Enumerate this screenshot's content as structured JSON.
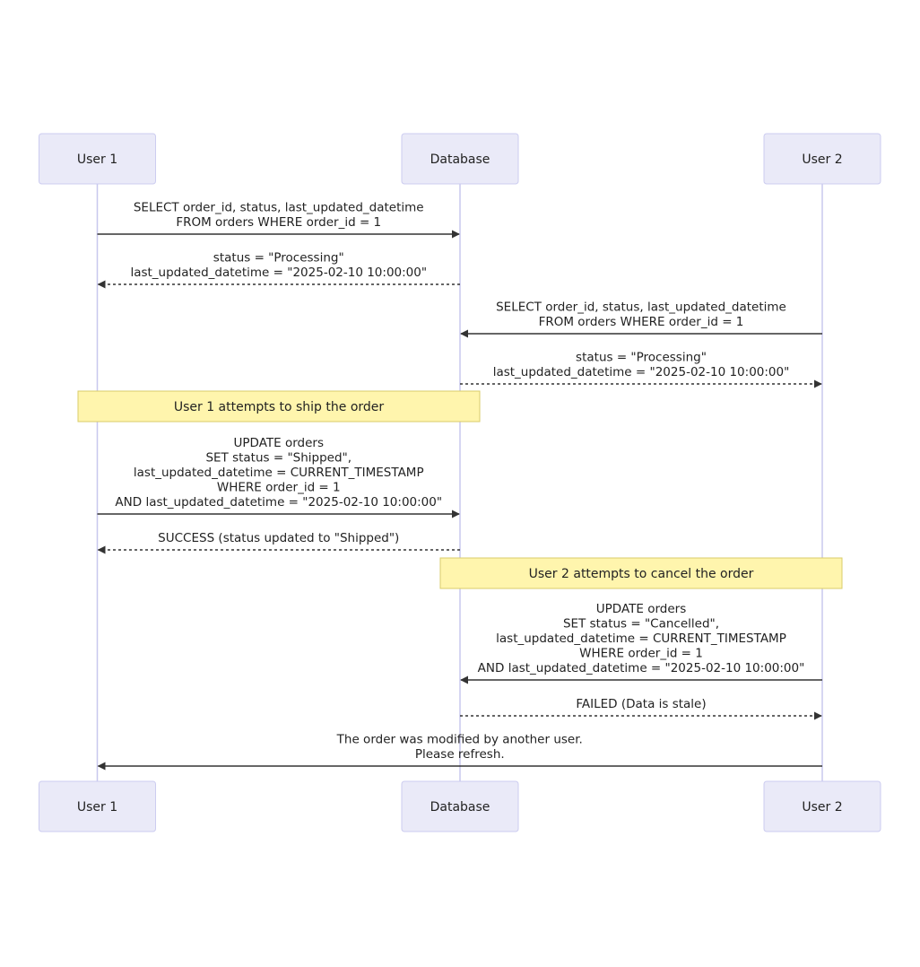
{
  "participants": [
    {
      "id": "user1",
      "label": "User 1"
    },
    {
      "id": "database",
      "label": "Database"
    },
    {
      "id": "user2",
      "label": "User 2"
    }
  ],
  "messages": [
    {
      "from": "user1",
      "to": "database",
      "style": "solid",
      "lines": [
        "SELECT order_id, status, last_updated_datetime",
        "FROM orders WHERE order_id = 1"
      ]
    },
    {
      "from": "database",
      "to": "user1",
      "style": "dashed",
      "lines": [
        "status = \"Processing\"",
        "last_updated_datetime = \"2025-02-10 10:00:00\""
      ]
    },
    {
      "from": "user2",
      "to": "database",
      "style": "solid",
      "lines": [
        "SELECT order_id, status, last_updated_datetime",
        "FROM orders WHERE order_id = 1"
      ]
    },
    {
      "from": "database",
      "to": "user2",
      "style": "dashed",
      "lines": [
        "status = \"Processing\"",
        "last_updated_datetime = \"2025-02-10 10:00:00\""
      ]
    },
    {
      "note": true,
      "over": [
        "user1",
        "database"
      ],
      "lines": [
        "User 1 attempts to ship the order"
      ]
    },
    {
      "from": "user1",
      "to": "database",
      "style": "solid",
      "lines": [
        "UPDATE orders",
        "SET status = \"Shipped\",",
        "last_updated_datetime = CURRENT_TIMESTAMP",
        "WHERE order_id = 1",
        "AND last_updated_datetime = \"2025-02-10 10:00:00\""
      ]
    },
    {
      "from": "database",
      "to": "user1",
      "style": "dashed",
      "lines": [
        "SUCCESS (status updated to \"Shipped\")"
      ]
    },
    {
      "note": true,
      "over": [
        "database",
        "user2"
      ],
      "lines": [
        "User 2 attempts to cancel the order"
      ]
    },
    {
      "from": "user2",
      "to": "database",
      "style": "solid",
      "lines": [
        "UPDATE orders",
        "SET status = \"Cancelled\",",
        "last_updated_datetime = CURRENT_TIMESTAMP",
        "WHERE order_id = 1",
        "AND last_updated_datetime = \"2025-02-10 10:00:00\""
      ]
    },
    {
      "from": "database",
      "to": "user2",
      "style": "dashed",
      "lines": [
        "FAILED (Data is stale)"
      ]
    },
    {
      "from": "user2",
      "to": "user1",
      "style": "solid",
      "lines": [
        "The order was modified by another user.",
        "Please refresh."
      ]
    }
  ],
  "colors": {
    "actor_fill": "#eaeaf8",
    "actor_stroke": "#ccccf0",
    "lifeline": "#c8c8ee",
    "arrow": "#333333",
    "text": "#222222",
    "note_fill": "#fff5ad",
    "note_stroke": "#d8cc6a"
  }
}
